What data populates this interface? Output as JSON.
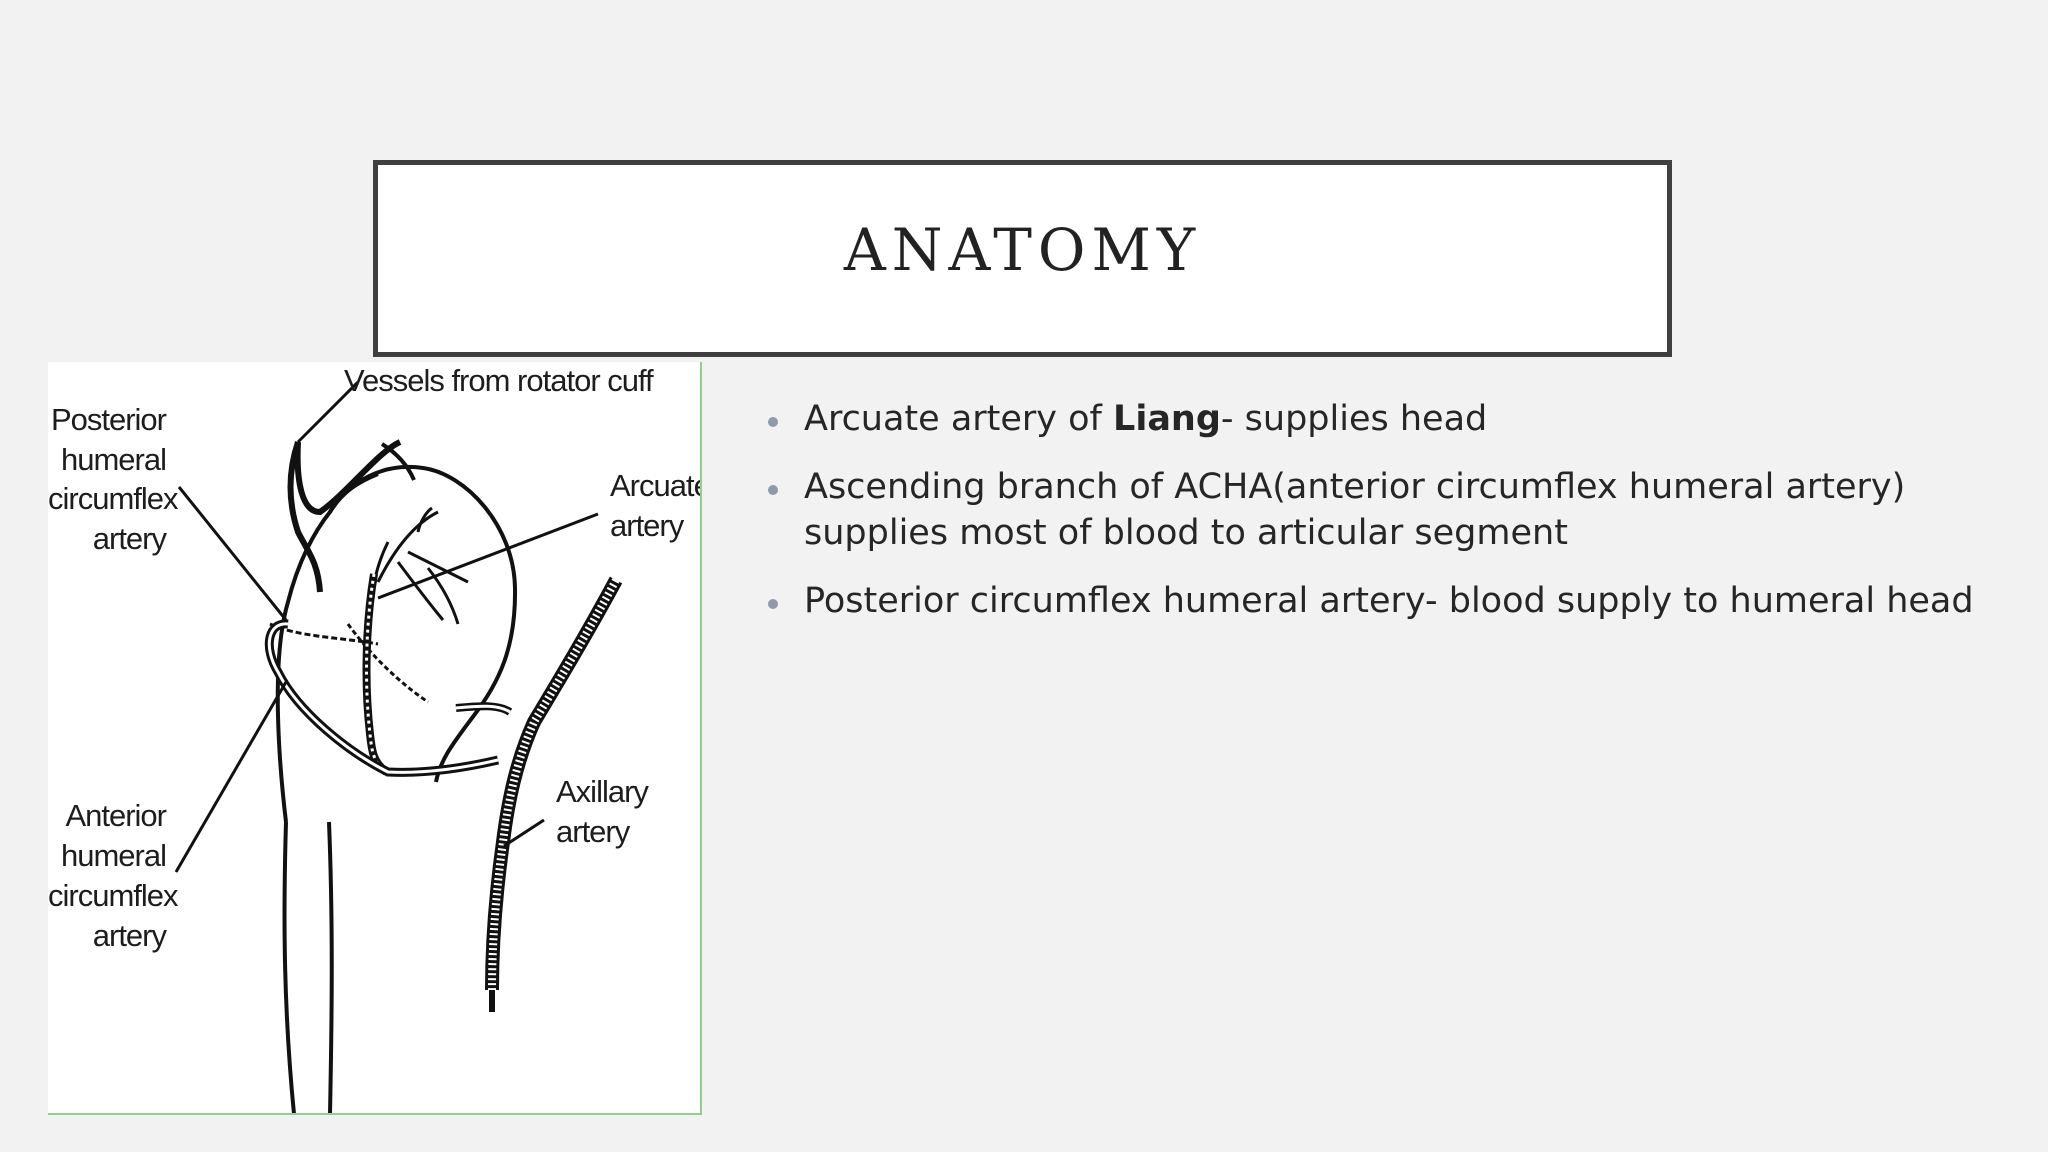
{
  "slide": {
    "title": "ANATOMY",
    "figure": {
      "labels": {
        "vessels": "Vessels from rotator cuff",
        "posterior": [
          "Posterior",
          "humeral",
          "circumflex",
          "artery"
        ],
        "arcuate": [
          "Arcuate",
          "artery"
        ],
        "anterior": [
          "Anterior",
          "humeral",
          "circumflex",
          "artery"
        ],
        "axillary": [
          "Axillary",
          "artery"
        ]
      }
    },
    "bullets": [
      {
        "prefix": "Arcuate artery of ",
        "bold": "Liang",
        "suffix": "- supplies head"
      },
      {
        "text": "Ascending branch of ACHA(anterior circumflex humeral artery) supplies most of blood to articular segment"
      },
      {
        "text": "Posterior circumflex humeral artery- blood supply to humeral head"
      }
    ]
  }
}
